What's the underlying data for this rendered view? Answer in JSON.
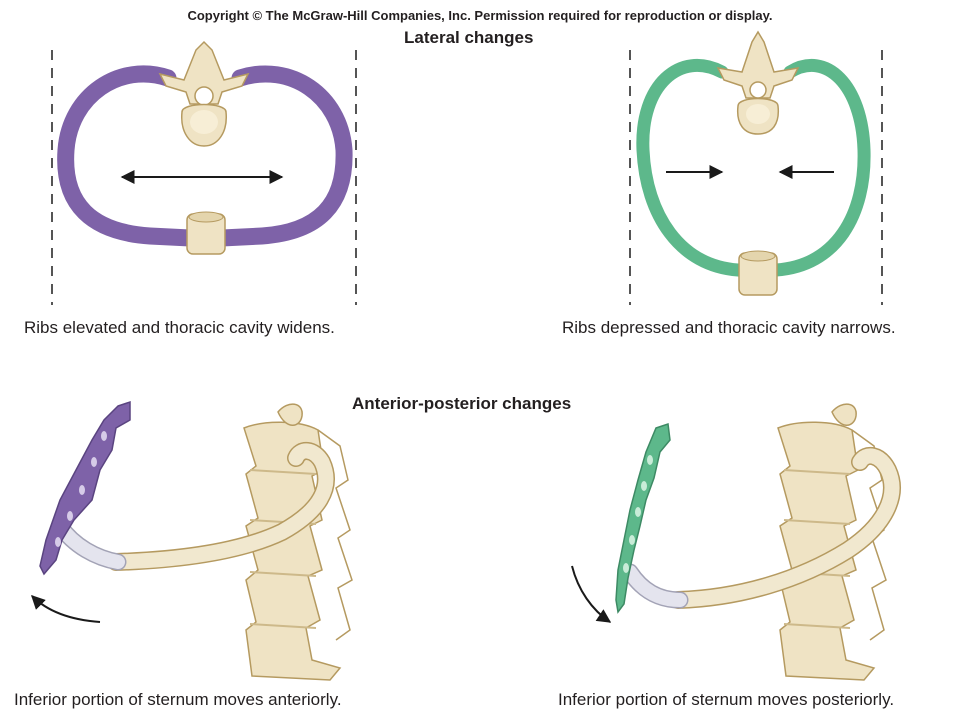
{
  "copyright": "Copyright © The McGraw-Hill Companies, Inc. Permission required for reproduction or display.",
  "sections": {
    "lateral": {
      "title": "Lateral changes"
    },
    "anterior_posterior": {
      "title": "Anterior-posterior changes"
    }
  },
  "panels": {
    "top_left": {
      "caption": "Ribs elevated and thoracic cavity widens."
    },
    "top_right": {
      "caption": "Ribs depressed and thoracic cavity narrows."
    },
    "bottom_left": {
      "caption": "Inferior portion of sternum moves anteriorly."
    },
    "bottom_right": {
      "caption": "Inferior portion of sternum moves posteriorly."
    }
  },
  "colors": {
    "inhalation_rib": "#7e62a8",
    "exhalation_rib": "#5db88b",
    "bone": "#efe3c4",
    "bone_shade": "#cdb98a",
    "cartilage": "#d9d9e6",
    "arrow": "#1a1a1a"
  }
}
